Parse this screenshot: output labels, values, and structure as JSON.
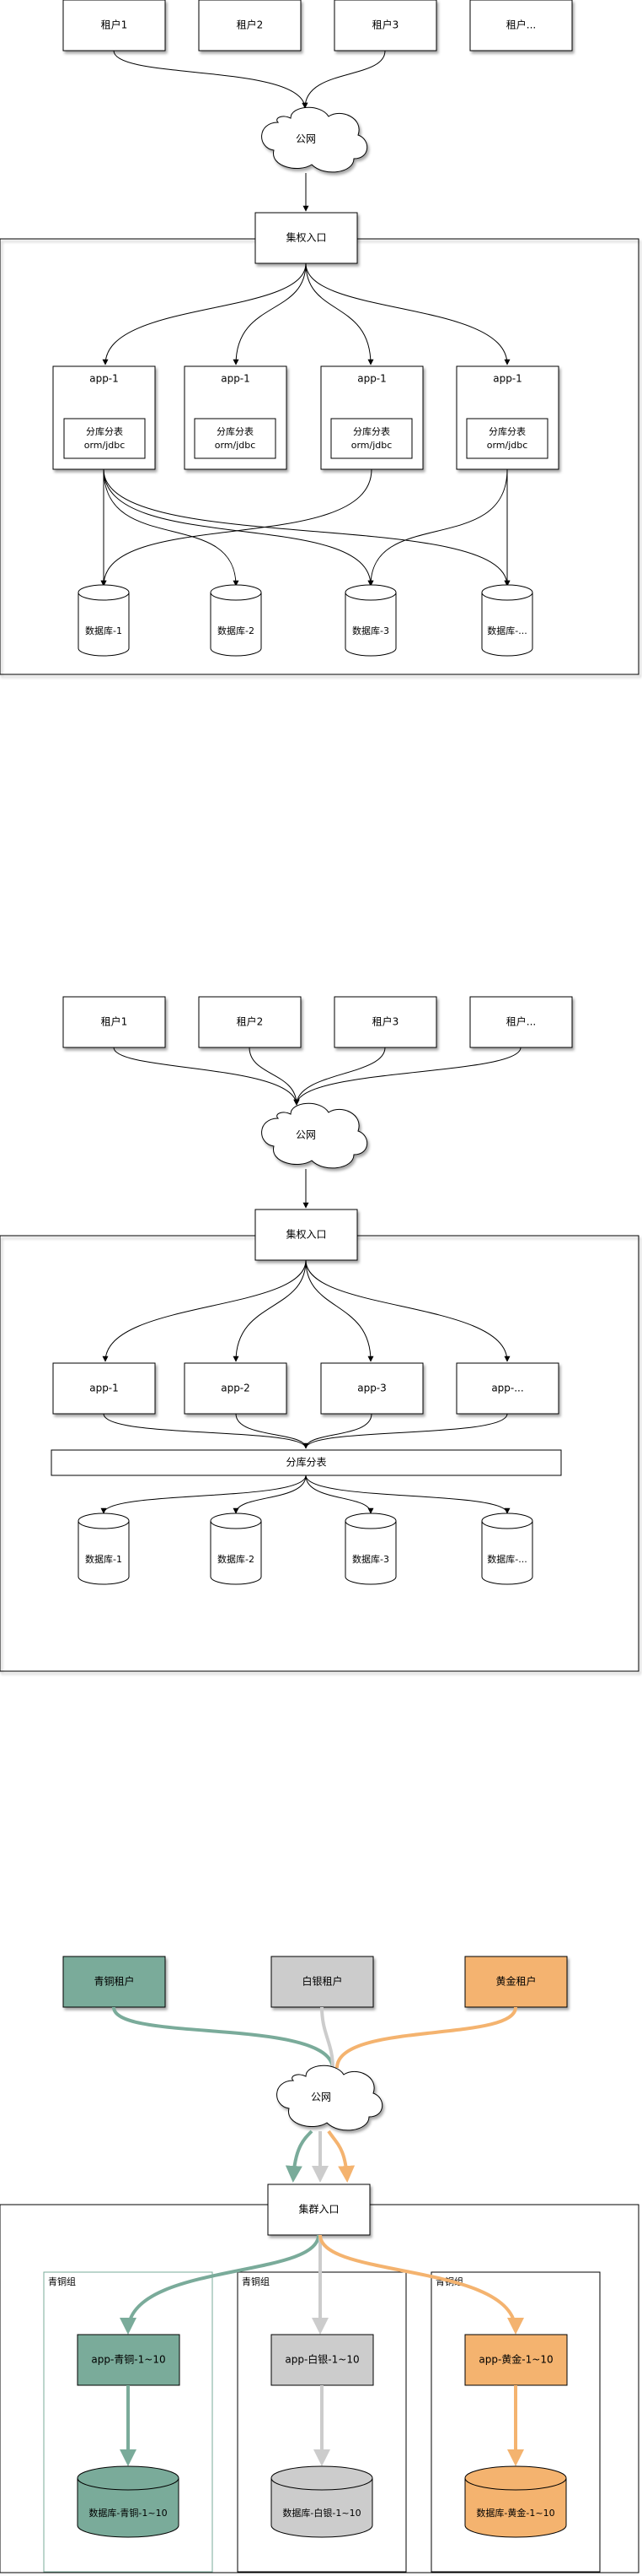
{
  "diagram1": {
    "tenants": [
      "租户1",
      "租户2",
      "租户3",
      "租户..."
    ],
    "cloud": "公网",
    "entry": "集权入口",
    "apps": [
      "app-1",
      "app-1",
      "app-1",
      "app-1"
    ],
    "app_inner": [
      "分库分表",
      "orm/jdbc"
    ],
    "databases": [
      "数据库-1",
      "数据库-2",
      "数据库-3",
      "数据库-..."
    ]
  },
  "diagram2": {
    "tenants": [
      "租户1",
      "租户2",
      "租户3",
      "租户..."
    ],
    "cloud": "公网",
    "entry": "集权入口",
    "apps": [
      "app-1",
      "app-2",
      "app-3",
      "app-..."
    ],
    "sharding": "分库分表",
    "databases": [
      "数据库-1",
      "数据库-2",
      "数据库-3",
      "数据库-..."
    ]
  },
  "diagram3": {
    "tenants": [
      "青铜租户",
      "白银租户",
      "黄金租户"
    ],
    "cloud": "公网",
    "entry": "集群入口",
    "groups": [
      "青铜组",
      "青铜组",
      "青铜组"
    ],
    "apps": [
      "app-青铜-1~10",
      "app-白银-1~10",
      "app-黄金-1~10"
    ],
    "databases": [
      "数据库-青铜-1~10",
      "数据库-白银-1~10",
      "数据库-黄金-1~10"
    ],
    "colors": {
      "bronze": "#7aab9a",
      "silver": "#cccccc",
      "gold": "#f4b36f"
    }
  }
}
